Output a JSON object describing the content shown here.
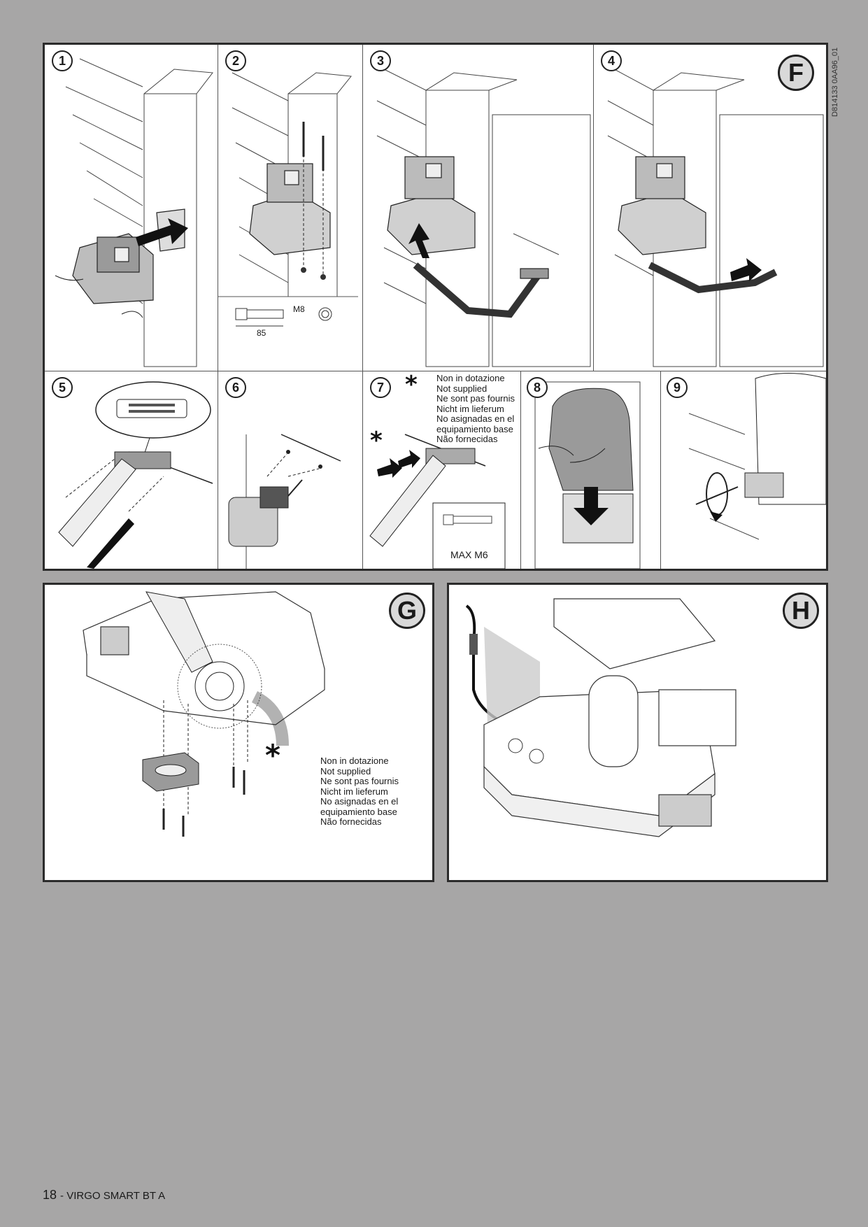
{
  "doc_ref": "D814133 0AA96_01",
  "sections": {
    "F": {
      "label": "F",
      "steps": [
        "1",
        "2",
        "3",
        "4",
        "5",
        "6",
        "7",
        "8",
        "9"
      ],
      "step2_dims": {
        "thread": "M8",
        "length": "85"
      },
      "step7": {
        "not_supplied": [
          "Non in dotazione",
          "Not supplied",
          "Ne sont pas fournis",
          "Nicht im lieferum",
          "No asignadas en el",
          "equipamiento base",
          "Não fornecidas"
        ],
        "screw_spec": "MAX M6"
      }
    },
    "G": {
      "label": "G",
      "not_supplied": [
        "Non in dotazione",
        "Not supplied",
        "Ne sont pas fournis",
        "Nicht im lieferum",
        "No asignadas en el",
        "equipamiento base",
        "Não fornecidas"
      ]
    },
    "H": {
      "label": "H"
    }
  },
  "footer": {
    "page": "18",
    "title": "- VIRGO SMART BT A"
  },
  "colors": {
    "page_bg": "#a7a6a6",
    "frame_border": "#2b2b2b",
    "panel_bg": "#ffffff",
    "label_circle": "#d9d9d9"
  }
}
